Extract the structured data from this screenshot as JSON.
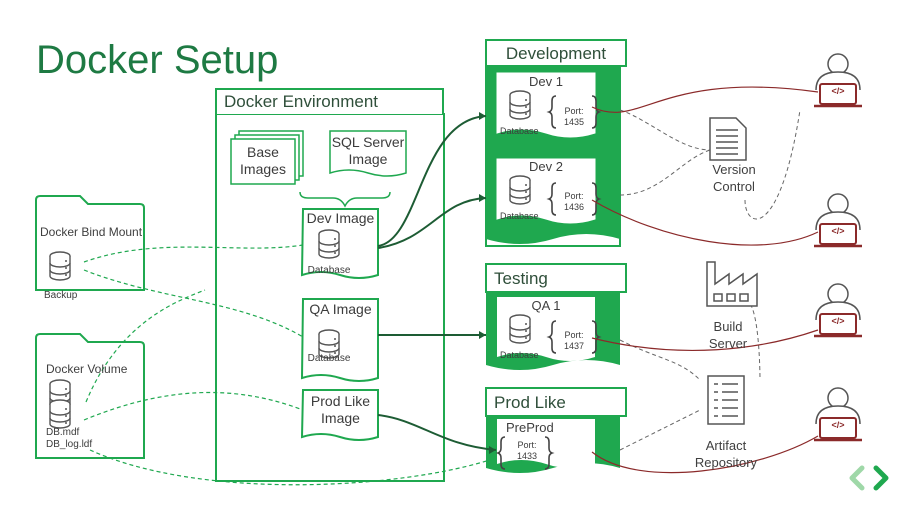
{
  "title": "Docker Setup",
  "docker_environment": {
    "label": "Docker Environment",
    "base_images": "Base Images",
    "sql_server_image": "SQL Server Image",
    "dev_image": "Dev Image",
    "qa_image": "QA Image",
    "prod_like_image": "Prod Like Image",
    "database_label": "Database"
  },
  "bind_mount": {
    "label": "Docker Bind Mount",
    "db_label": "Backup"
  },
  "volume": {
    "label": "Docker Volume",
    "file1": "DB.mdf",
    "file2": "DB_log.ldf"
  },
  "development": {
    "label": "Development",
    "dev1": {
      "name": "Dev 1",
      "db": "Database",
      "port_label": "Port:",
      "port": "1435"
    },
    "dev2": {
      "name": "Dev 2",
      "db": "Database",
      "port_label": "Port:",
      "port": "1436"
    }
  },
  "testing": {
    "label": "Testing",
    "qa1": {
      "name": "QA 1",
      "db": "Database",
      "port_label": "Port:",
      "port": "1437"
    }
  },
  "prod_like": {
    "label": "Prod Like",
    "preprod": {
      "name": "PreProd",
      "port_label": "Port:",
      "port": "1433"
    }
  },
  "tools": {
    "version_control": "Version Control",
    "build_server": "Build Server",
    "artifact_repository": "Artifact Repository"
  },
  "laptop_glyph": "</>",
  "colors": {
    "green": "#1fa84f",
    "dark_green": "#1e7a43",
    "maroon": "#8b2a2a",
    "gray": "#555555"
  }
}
